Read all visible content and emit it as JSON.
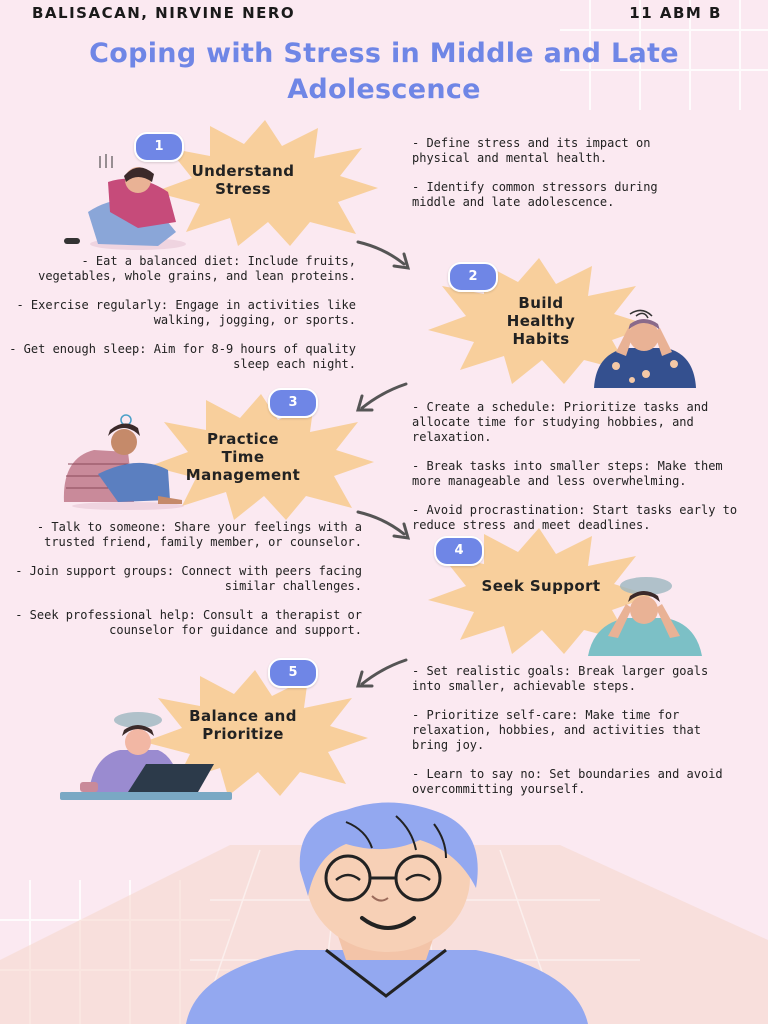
{
  "header": {
    "name": "BALISACAN, NIRVINE NERO",
    "class": "11 ABM B"
  },
  "title": "Coping with Stress in Middle and Late Adolescence",
  "steps": [
    {
      "number": "1",
      "title_line1": "Understand",
      "title_line2": "Stress",
      "bullets": [
        "- Define stress and its impact on physical and mental health.",
        "- Identify common stressors during middle and late adolescence."
      ]
    },
    {
      "number": "2",
      "title_line1": "Build",
      "title_line2": "Healthy",
      "title_line3": "Habits",
      "bullets": [
        "- Eat a balanced diet: Include fruits, vegetables, whole grains, and lean proteins.",
        "- Exercise regularly: Engage in activities like walking, jogging, or sports.",
        "- Get enough sleep: Aim for 8-9 hours of quality sleep each night."
      ]
    },
    {
      "number": "3",
      "title_line1": "Practice",
      "title_line2": "Time",
      "title_line3": "Management",
      "bullets": [
        "- Create a schedule: Prioritize tasks and allocate time for studying hobbies, and relaxation.",
        "- Break tasks into smaller steps: Make them more manageable and less overwhelming.",
        "- Avoid procrastination: Start tasks early to reduce stress and meet deadlines."
      ]
    },
    {
      "number": "4",
      "title_line1": "Seek Support",
      "bullets": [
        "- Talk to someone: Share your feelings with a trusted friend, family member, or counselor.",
        "- Join support groups: Connect with peers facing similar challenges.",
        "- Seek professional help: Consult a therapist or counselor for guidance and support."
      ]
    },
    {
      "number": "5",
      "title_line1": "Balance and",
      "title_line2": "Prioritize",
      "bullets": [
        "- Set realistic goals: Break larger goals into smaller, achievable steps.",
        "- Prioritize self-care: Make time for relaxation, hobbies, and activities that bring joy.",
        "- Learn to say no: Set boundaries and avoid overcommitting yourself."
      ]
    }
  ],
  "colors": {
    "background": "#fbe9f1",
    "accent": "#6f86e6",
    "burst": "#f8cf9c"
  }
}
